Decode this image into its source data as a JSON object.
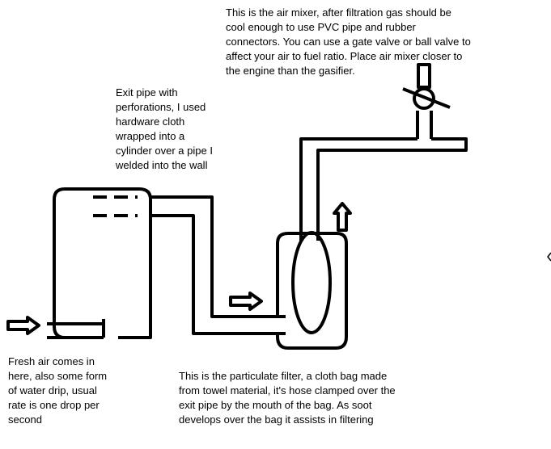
{
  "diagram": {
    "notes": {
      "air_mixer": "This is the air mixer, after filtration gas should be\ncool enough to use PVC pipe and rubber\nconnectors.  You can use a gate valve or ball valve to\naffect your air to fuel ratio.  Place air mixer closer to\nthe engine than the gasifier.",
      "exit_pipe": "Exit pipe with\nperforations, I used\nhardware cloth\nwrapped into a\ncylinder over a pipe I\nwelded into the wall",
      "fresh_air": "Fresh air comes in\nhere, also some form\nof water drip, usual\nrate is one drop per\nsecond",
      "particulate_filter": "This is the particulate filter, a cloth bag made\nfrom towel material, it's hose clamped over the\nexit pipe by the mouth of the bag.  As soot\ndevelops over the bag it assists in filtering"
    },
    "colors": {
      "ink": "#000000",
      "background": "#ffffff"
    },
    "icons": [
      "arrow-right-icon",
      "arrow-up-icon",
      "valve-icon"
    ]
  }
}
